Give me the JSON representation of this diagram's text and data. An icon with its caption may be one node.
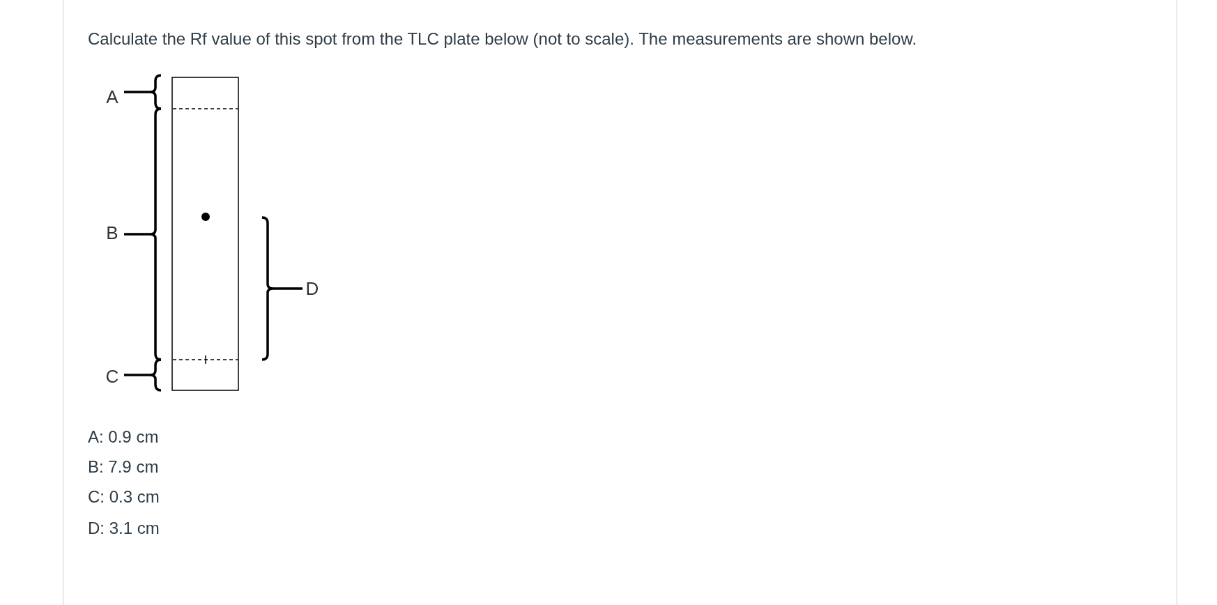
{
  "diagram": {
    "labels": [
      "Calculate the Rf value of this spot from the TLC plate below (not to scale). The measurements are shown below.",
      "A",
      "B",
      "C",
      "D",
      "A: 0.9 cm",
      "B: 7.9 cm",
      "C: 0.3 cm",
      "D: 3.1 cm"
    ]
  }
}
